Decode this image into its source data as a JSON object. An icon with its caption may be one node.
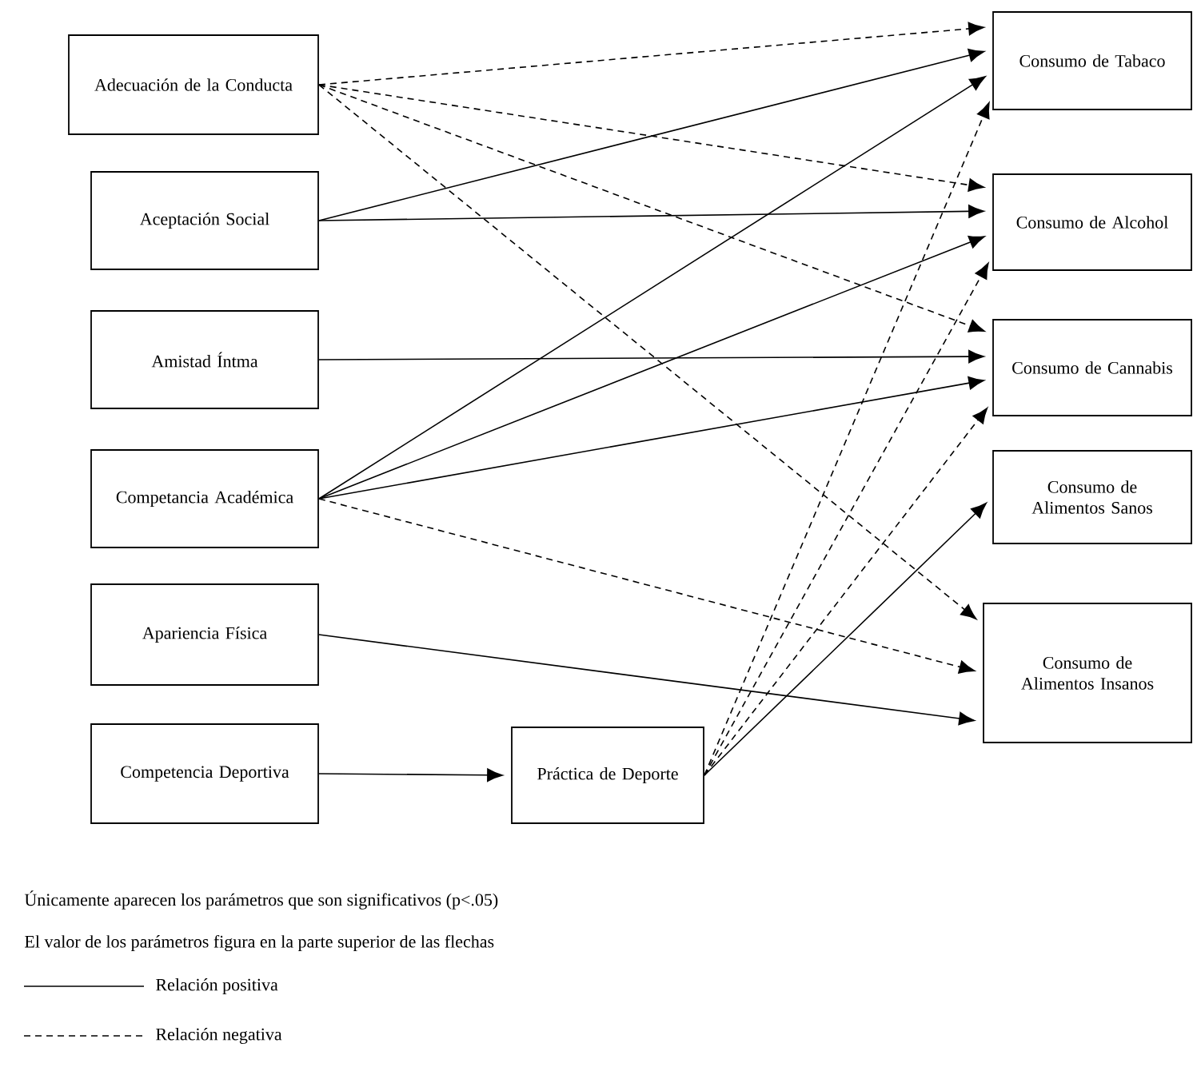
{
  "diagram": {
    "nodes": [
      {
        "text": [
          "Adecuación de la Conducta"
        ]
      },
      {
        "text": [
          "Aceptación Social"
        ]
      },
      {
        "text": [
          "Amistad Íntma"
        ]
      },
      {
        "text": [
          "Competancia Académica"
        ]
      },
      {
        "text": [
          "Apariencia Física"
        ]
      },
      {
        "text": [
          "Competencia Deportiva"
        ]
      },
      {
        "text": [
          "Práctica de Deporte"
        ]
      },
      {
        "text": [
          "Consumo de Tabaco"
        ]
      },
      {
        "text": [
          "Consumo de Alcohol"
        ]
      },
      {
        "text": [
          "Consumo de Cannabis"
        ]
      },
      {
        "text": [
          "Consumo de Alimentos Sanos"
        ]
      },
      {
        "text": [
          "Consumo de Alimentos Insanos"
        ]
      }
    ],
    "edges": [
      {
        "from": 0,
        "to": 7,
        "arrow": "to",
        "style": "dashed"
      },
      {
        "from": 0,
        "to": 8,
        "arrow": "to",
        "style": "dashed"
      },
      {
        "from": 0,
        "to": 9,
        "arrow": "to",
        "style": "dashed"
      },
      {
        "from": 0,
        "to": 11,
        "arrow": "to",
        "style": "dashed"
      },
      {
        "from": 1,
        "to": 7,
        "arrow": "to"
      },
      {
        "from": 1,
        "to": 8,
        "arrow": "to"
      },
      {
        "from": 2,
        "to": 9,
        "arrow": "to"
      },
      {
        "from": 3,
        "to": 7,
        "arrow": "to"
      },
      {
        "from": 3,
        "to": 8,
        "arrow": "to"
      },
      {
        "from": 3,
        "to": 9,
        "arrow": "to"
      },
      {
        "from": 3,
        "to": 11,
        "arrow": "to",
        "style": "dashed"
      },
      {
        "from": 4,
        "to": 11,
        "arrow": "to"
      },
      {
        "from": 5,
        "to": 6,
        "arrow": "to"
      },
      {
        "from": 6,
        "to": 7,
        "arrow": "to",
        "style": "dashed"
      },
      {
        "from": 6,
        "to": 8,
        "arrow": "to",
        "style": "dashed"
      },
      {
        "from": 6,
        "to": 9,
        "arrow": "to",
        "style": "dashed"
      },
      {
        "from": 6,
        "to": 10,
        "arrow": "to"
      }
    ],
    "labels": [
      "Únicamente aparecen los parámetros que son significativos (p<.05)",
      "El valor de los parámetros figura en la parte superior de las flechas"
    ],
    "legend": [
      {
        "text": "Relación positiva"
      },
      {
        "text": "Relación negativa"
      }
    ]
  }
}
